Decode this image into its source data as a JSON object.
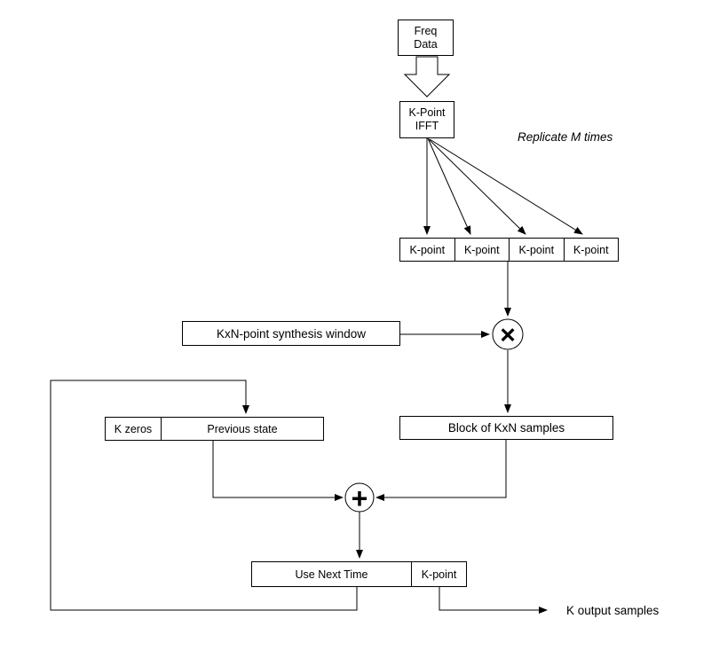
{
  "diagram": {
    "freq_data": {
      "line1": "Freq",
      "line2": "Data"
    },
    "ifft": {
      "line1": "K-Point",
      "line2": "IFFT"
    },
    "replicate_label": "Replicate M times",
    "kpoint_cells": [
      "K-point",
      "K-point",
      "K-point",
      "K-point"
    ],
    "synthesis_window_label": "KxN-point synthesis window",
    "block_samples_label": "Block of KxN samples",
    "state_cells": {
      "zeros": "K zeros",
      "previous": "Previous state"
    },
    "next_time_cells": {
      "use_next": "Use Next Time",
      "kpoint": "K-point"
    },
    "output_label": "K output samples",
    "operators": {
      "multiply": "×",
      "plus": "+"
    },
    "colors": {
      "stroke": "#000000",
      "background": "#ffffff"
    }
  }
}
